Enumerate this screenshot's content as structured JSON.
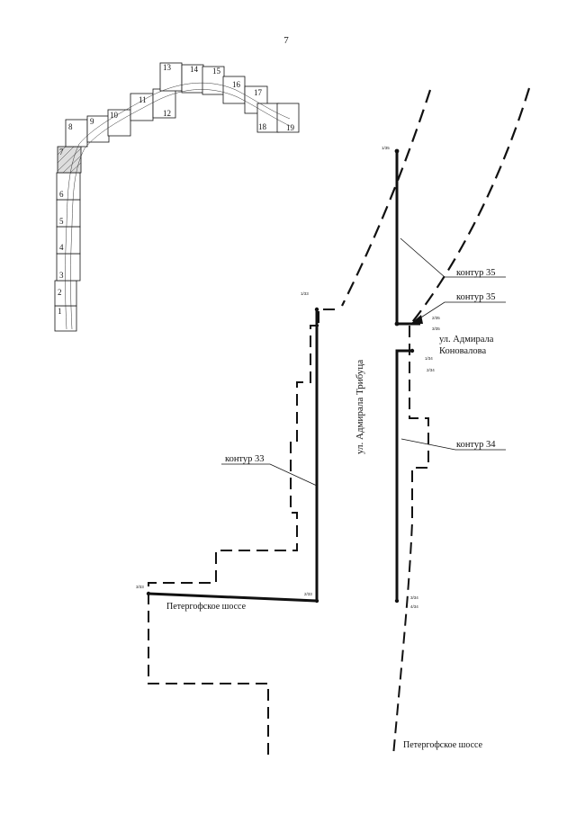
{
  "page_number": "7",
  "sheets": [
    {
      "n": "1"
    },
    {
      "n": "2"
    },
    {
      "n": "3"
    },
    {
      "n": "4"
    },
    {
      "n": "5"
    },
    {
      "n": "6"
    },
    {
      "n": "7"
    },
    {
      "n": "8"
    },
    {
      "n": "9"
    },
    {
      "n": "10"
    },
    {
      "n": "11"
    },
    {
      "n": "12"
    },
    {
      "n": "13"
    },
    {
      "n": "14"
    },
    {
      "n": "15"
    },
    {
      "n": "16"
    },
    {
      "n": "17"
    },
    {
      "n": "18"
    },
    {
      "n": "19"
    }
  ],
  "labels": {
    "contour33": "контур 33",
    "contour34": "контур 34",
    "contour35_upper": "контур 35",
    "contour35_lower": "контур 35",
    "street_tributs": "ул. Адмирала Трибуца",
    "street_konovalov_1": "ул.  Адмирала",
    "street_konovalov_2": "Коновалова",
    "petergof_left": "Петергофское шоссе",
    "petergof_bottom": "Петергофское шоссе"
  },
  "point_marks": {
    "c35_top": "1/35",
    "c35_mid": "2/35",
    "c35_bot": "3/35",
    "c34_a": "1/34",
    "c34_b": "2/34",
    "c34_c": "3/34",
    "c34_d": "4/34",
    "c33_a": "1/33",
    "c33_b": "2/33",
    "c33_c": "3/33"
  }
}
